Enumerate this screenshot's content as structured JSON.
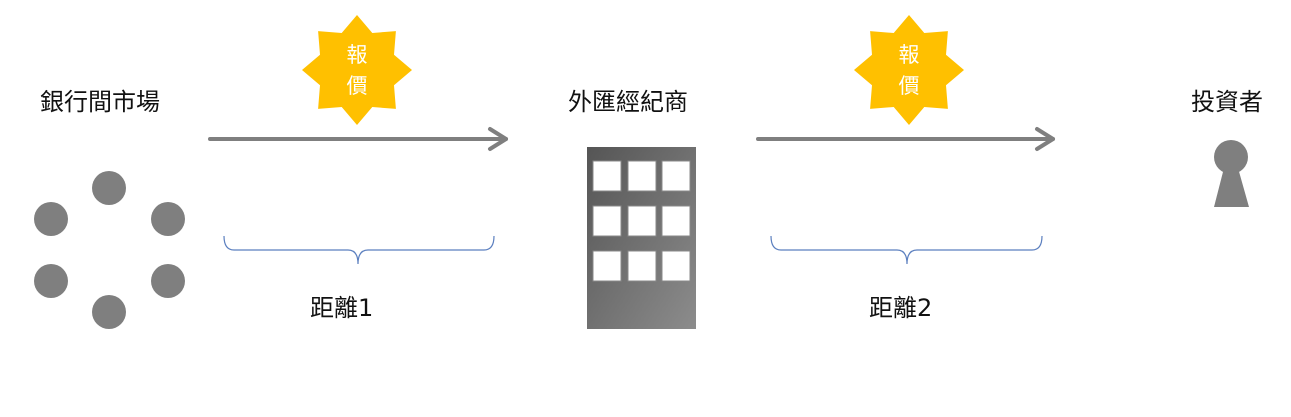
{
  "nodes": {
    "interbank": "銀行間市場",
    "broker": "外匯經紀商",
    "investor": "投資者"
  },
  "quotes": {
    "left": {
      "line1": "報",
      "line2": "價"
    },
    "right": {
      "line1": "報",
      "line2": "價"
    }
  },
  "distances": {
    "first": "距離1",
    "second": "距離2"
  },
  "colors": {
    "arrow": "#7f7f7f",
    "node_gray": "#7f7f7f",
    "burst": "#ffc000",
    "bracket": "#5b7fbf",
    "building_dark": "#595959",
    "building_light": "#8c8c8c",
    "window": "#ffffff"
  }
}
